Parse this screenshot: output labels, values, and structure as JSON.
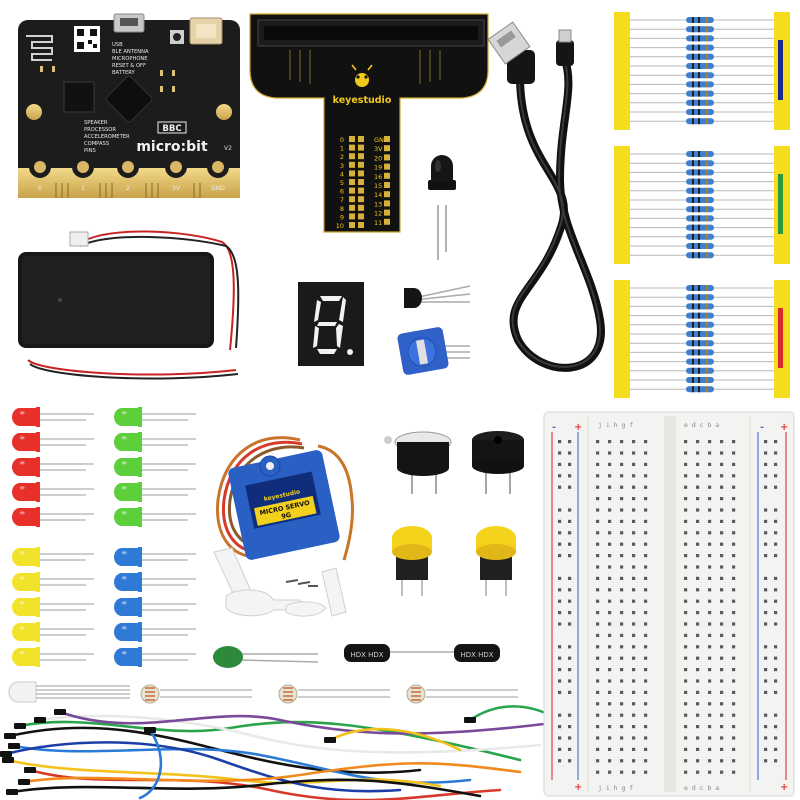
{
  "microbit": {
    "brand": "BBC",
    "name": "micro:bit",
    "version": "V2",
    "top_labels": [
      "USB",
      "BLE ANTENNA",
      "MICROPHONE",
      "RESET & OFF",
      "BATTERY"
    ],
    "side_labels": [
      "SPEAKER",
      "PROCESSOR",
      "ACCELEROMETER",
      "COMPASS",
      "PINS"
    ],
    "pin_labels": [
      "0",
      "1",
      "2",
      "3V",
      "GND"
    ]
  },
  "shield": {
    "brand": "keyestudio",
    "left_pins": [
      "0",
      "1",
      "2",
      "3",
      "4",
      "5",
      "6",
      "7",
      "8",
      "9",
      "10"
    ],
    "right_pins": [
      "GND",
      "3V",
      "20",
      "19",
      "16",
      "15",
      "14",
      "13",
      "12",
      "11"
    ]
  },
  "seven_segment": {
    "digit": "8."
  },
  "servo": {
    "label_line1": "MICRO SERVO",
    "label_line2": "9G",
    "brand": "keyestudio"
  },
  "inductors": [
    {
      "label": "HDX HDX"
    },
    {
      "label": "HDX HDX"
    }
  ],
  "breadboard": {
    "rail_plus": "+",
    "rail_minus": "-",
    "col_letters_left": "j i h g f",
    "col_letters_right": "e d c b a"
  },
  "colors": {
    "led_red": "#e8302a",
    "led_green": "#5ccf3a",
    "led_yellow": "#f3e22a",
    "led_blue": "#2f7ad6",
    "resistor_tape": "#f5dc1c",
    "button_cap": "#f5d31c",
    "servo_body": "#2a5fc4",
    "potentiometer": "#3b6fd8",
    "board_black": "#1c1c1c"
  }
}
